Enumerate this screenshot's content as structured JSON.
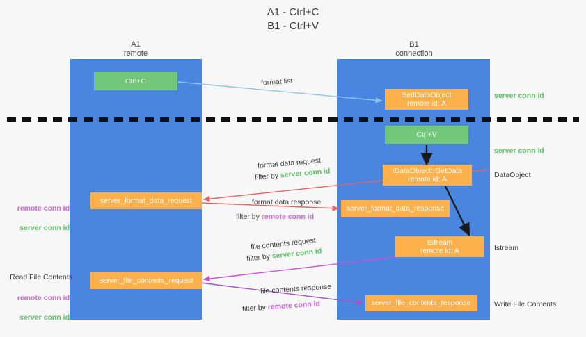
{
  "title": "A1 - Ctrl+C\nB1 - Ctrl+V",
  "columns": {
    "left": {
      "name": "A1",
      "role": "remote",
      "header": "A1\nremote"
    },
    "right": {
      "name": "B1",
      "role": "connection",
      "header": "B1\nconnection"
    }
  },
  "colors": {
    "lane": "#4a86e0",
    "green_box": "#72c878",
    "orange_box": "#fbb04c",
    "green_text": "#5bbf66",
    "purple_text": "#cc66d8",
    "blue_arrow": "#8ec4ea",
    "red_arrow": "#e8635f",
    "magenta_arrow": "#cc4fd6",
    "purple_arrow": "#a255c8",
    "black_arrow": "#1a1a1a",
    "background": "#f7f7f7"
  },
  "boxes": {
    "ctrl_c": "Ctrl+C",
    "set_idataobject": "SetIDataObject\nremote id: A",
    "ctrl_v": "Ctrl+V",
    "getdata": "IDataObject::GetData\nremote id: A",
    "istream": "IStream\nremote id: A",
    "server_format_data_request": "server_format_data_request",
    "server_format_data_response": "server_format_data_response",
    "server_file_contents_request": "server_file_contents_request",
    "server_file_contents_response": "server_file_contents_response"
  },
  "side_labels": {
    "server_conn_id_top": "server conn id",
    "server_conn_id_mid": "server conn id",
    "dataobject": "DataObject",
    "istream": "Istream",
    "write_file_contents": "Write File Contents",
    "read_file_contents": "Read File Contents",
    "remote_conn_id": "remote conn id",
    "server_conn_id": "server conn id"
  },
  "flows": {
    "format_list": "format list",
    "format_data_request": "format data request",
    "format_data_request_filter_prefix": "filter by ",
    "format_data_request_filter_key": "server conn id",
    "format_data_response": "format data response",
    "format_data_response_filter_prefix": "filter by ",
    "format_data_response_filter_key": "remote conn id",
    "file_contents_request": "file contents request",
    "file_contents_request_filter_prefix": "filter by ",
    "file_contents_request_filter_key": "server conn id",
    "file_contents_response": "file contents response",
    "file_contents_response_filter_prefix": "filter by ",
    "file_contents_response_filter_key": "remote conn id"
  }
}
